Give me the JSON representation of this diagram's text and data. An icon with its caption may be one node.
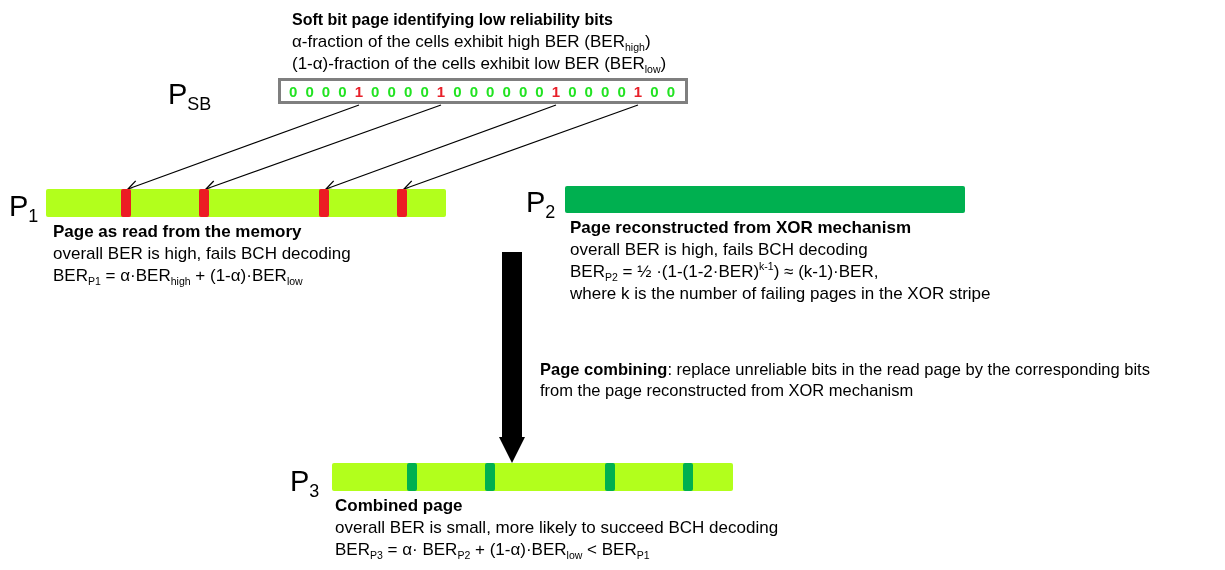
{
  "diagram": {
    "nodes": [
      {
        "text": [
          "Soft bit page identifying low reliability bits",
          "α-fraction of the cells exhibit high BER (BER$_{high}$)",
          "(1-α)-fraction of the cells exhibit low BER (BER$_{low}$)",
          "0 0 0 0 1 0 0 0 0 1 0 0 0 0 0 0 1 0 0 0 0 1 0 0"
        ],
        "beside": [
          "P$_{SB}$"
        ]
      },
      {
        "text": [
          "Page as read from the memory",
          "overall BER is high, fails BCH decoding",
          "BER$_{P1}$ = α·BER$_{high}$ + (1-α)·BER$_{low}$"
        ],
        "beside": [
          "P$_{1}$"
        ]
      },
      {
        "text": [],
        "shape": "bar",
        "in": 1
      },
      {
        "text": [],
        "shape": "bar",
        "in": 1
      },
      {
        "text": [],
        "shape": "bar",
        "in": 1
      },
      {
        "text": [],
        "shape": "bar",
        "in": 1
      },
      {
        "text": [
          "Page reconstructed from XOR mechanism",
          "overall BER is high, fails BCH decoding",
          "BER$_{P2}$ = ½ ·(1-(1-2·BER)$^{k-1}$) ≈ (k-1)·BER,",
          "where k is the number of failing pages in the XOR stripe"
        ],
        "beside": [
          "P$_{2}$"
        ]
      },
      {
        "text": [
          "Combined page",
          "overall BER is small, more likely to succeed BCH decoding",
          "BER$_{P3}$ = α· BER$_{P2}$ + (1-α)·BER$_{low}$  < BER$_{P1}$"
        ],
        "beside": [
          "P$_{3}$"
        ]
      },
      {
        "text": [],
        "shape": "bar",
        "in": 7
      },
      {
        "text": [],
        "shape": "bar",
        "in": 7
      },
      {
        "text": [],
        "shape": "bar",
        "in": 7
      },
      {
        "text": [],
        "shape": "bar",
        "in": 7
      }
    ],
    "edges": [
      {
        "from": 0,
        "to": 2,
        "arrow": "to"
      },
      {
        "from": 0,
        "to": 3,
        "arrow": "to"
      },
      {
        "from": 0,
        "to": 4,
        "arrow": "to"
      },
      {
        "from": 0,
        "to": 5,
        "arrow": "to"
      },
      {
        "from": null,
        "to": 7,
        "arrow": "to",
        "style": "thick",
        "label": "**Page combining**: replace unreliable bits in the read page by the corresponding bits from the page reconstructed from XOR mechanism"
      }
    ]
  }
}
